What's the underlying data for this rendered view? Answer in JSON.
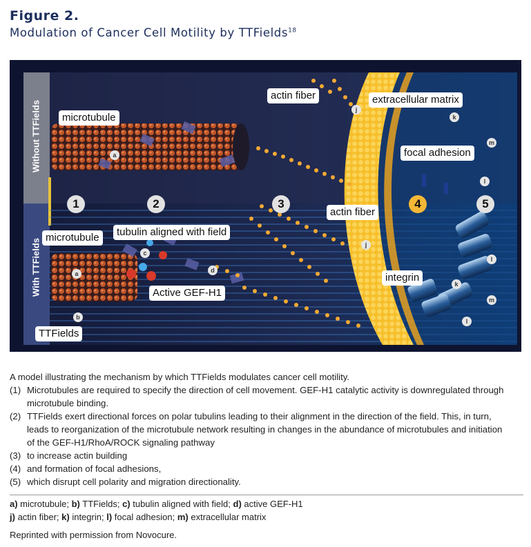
{
  "figure": {
    "title": "Figure 2.",
    "subtitle": "Modulation of Cancer Cell Motility by TTFields",
    "subtitle_ref": "18"
  },
  "panel": {
    "side_labels": {
      "top": "Without TTFields",
      "bottom": "With TTFields"
    },
    "stages": [
      "1",
      "2",
      "3",
      "4",
      "5"
    ],
    "callouts": {
      "microtubule_top": "microtubule",
      "actin_fiber_top": "actin fiber",
      "extracellular_matrix": "extracellular matrix",
      "focal_adhesion": "focal adhesion",
      "microtubule_bottom": "microtubule",
      "tubulin_aligned": "tubulin aligned with field",
      "actin_fiber_bottom": "actin fiber",
      "integrin": "integrin",
      "active_gef": "Active GEF-H1",
      "ttfields": "TTFields"
    },
    "letters": {
      "a1": "a",
      "j1": "j",
      "k1": "k",
      "m1": "m",
      "l1": "l",
      "c": "c",
      "d": "d",
      "a2": "a",
      "b": "b",
      "j2": "j",
      "l2": "l",
      "k2": "k",
      "m2": "m",
      "l3": "l"
    },
    "colors": {
      "background": "#1b2244",
      "top_band": "#2a3155",
      "side_bar": "#7c7f8c",
      "membrane": "#f6bf2a",
      "field_lines": "#3f79c4",
      "dots": "#f3a933"
    }
  },
  "caption": {
    "intro": "A model illustrating the mechanism by which TTFields modulates cancer cell motility.",
    "steps": [
      {
        "n": "(1)",
        "text": "Microtubules are required to specify the direction of cell movement. GEF-H1 catalytic activity is downregulated through microtubule binding."
      },
      {
        "n": "(2)",
        "text": "TTFields exert directional forces on polar tubulins leading to their alignment in the direction of the field. This, in turn, leads to reorganization of the microtubule network resulting in changes in the abundance of microtubules and initiation of the GEF-H1/RhoA/ROCK signaling pathway"
      },
      {
        "n": "(3)",
        "text": "to increase actin building"
      },
      {
        "n": "(4)",
        "text": "and formation of focal adhesions,"
      },
      {
        "n": "(5)",
        "text": "which disrupt cell polarity and migration directionality."
      }
    ]
  },
  "legend": {
    "line1": [
      {
        "k": "a)",
        "v": " microtubule; "
      },
      {
        "k": "b)",
        "v": " TTFields; "
      },
      {
        "k": "c)",
        "v": " tubulin aligned with field; "
      },
      {
        "k": "d)",
        "v": " active GEF-H1"
      }
    ],
    "line2": [
      {
        "k": "j)",
        "v": " actin fiber; "
      },
      {
        "k": "k)",
        "v": " integrin; "
      },
      {
        "k": "l)",
        "v": " focal adhesion; "
      },
      {
        "k": "m)",
        "v": " extracellular matrix"
      }
    ]
  },
  "credit": "Reprinted with permission from Novocure."
}
